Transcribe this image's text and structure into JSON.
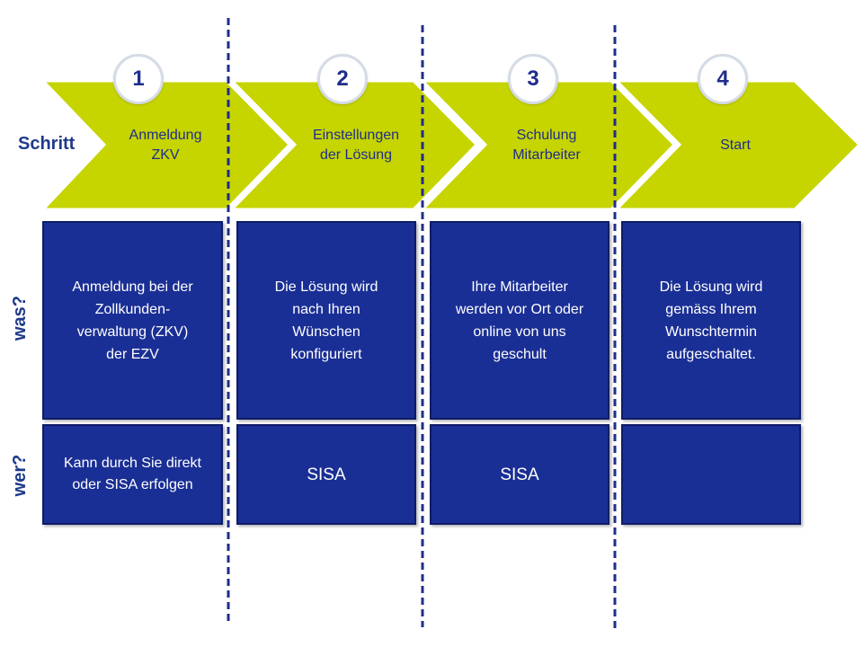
{
  "labels": {
    "schritt": "Schritt",
    "was": "was?",
    "wer": "wer?"
  },
  "steps": [
    {
      "number": "1",
      "title": "Anmeldung\nZKV",
      "was": "Anmeldung  bei der\nZollkunden-\nverwaltung (ZKV)\nder EZV",
      "wer": "Kann durch Sie direkt\noder SISA erfolgen"
    },
    {
      "number": "2",
      "title": "Einstellungen\nder Lösung",
      "was": "Die Lösung wird\nnach Ihren\nWünschen\nkonfiguriert",
      "wer": "SISA"
    },
    {
      "number": "3",
      "title": "Schulung\nMitarbeiter",
      "was": "Ihre Mitarbeiter\nwerden vor Ort oder\nonline von uns\ngeschult",
      "wer": "SISA"
    },
    {
      "number": "4",
      "title": "Start",
      "was": "Die Lösung wird\ngemäss Ihrem\nWunschtermin\naufgeschaltet.",
      "wer": ""
    }
  ],
  "colors": {
    "chevron": "#c6d400",
    "box": "#1a2f95",
    "text_dark": "#1f2d8c",
    "divider": "#1f2d8c"
  }
}
